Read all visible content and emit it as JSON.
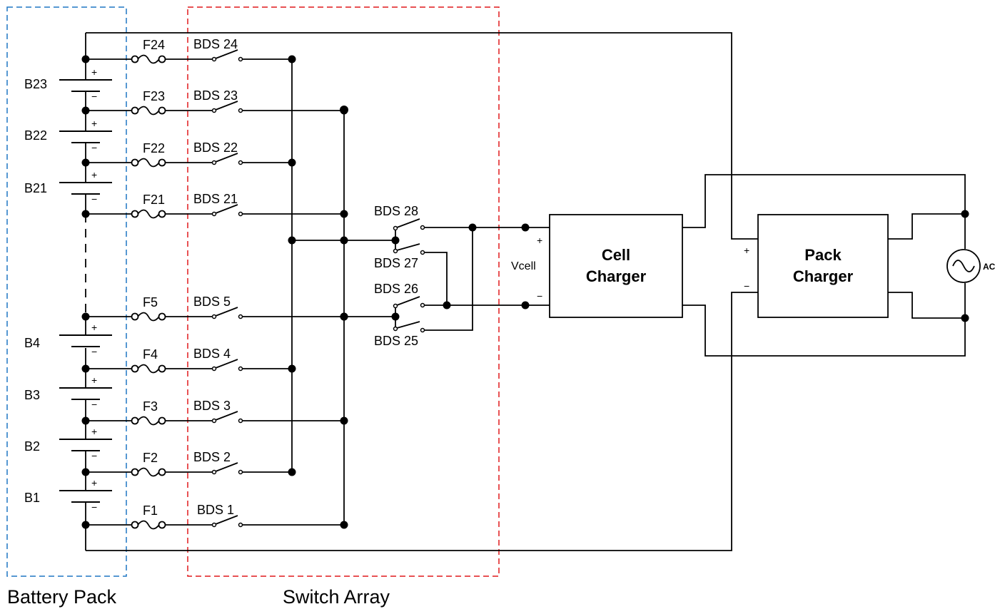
{
  "regions": {
    "battery_pack": "Battery Pack",
    "switch_array": "Switch Array"
  },
  "batteries": [
    {
      "label": "B23",
      "plus": "+",
      "minus": "−"
    },
    {
      "label": "B22",
      "plus": "+",
      "minus": "−"
    },
    {
      "label": "B21",
      "plus": "+",
      "minus": "−"
    },
    {
      "label": "B4",
      "plus": "+",
      "minus": "−"
    },
    {
      "label": "B3",
      "plus": "+",
      "minus": "−"
    },
    {
      "label": "B2",
      "plus": "+",
      "minus": "−"
    },
    {
      "label": "B1",
      "plus": "+",
      "minus": "−"
    }
  ],
  "fuses": [
    "F24",
    "F23",
    "F22",
    "F21",
    "F5",
    "F4",
    "F3",
    "F2",
    "F1"
  ],
  "switches": [
    "BDS 24",
    "BDS 23",
    "BDS 22",
    "BDS 21",
    "BDS 5",
    "BDS 4",
    "BDS 3",
    "BDS 2",
    "BDS 1"
  ],
  "selector_switches": [
    "BDS 28",
    "BDS 27",
    "BDS 26",
    "BDS 25"
  ],
  "vcell": {
    "label": "Vcell",
    "plus": "+",
    "minus": "−"
  },
  "cell_charger": {
    "line1": "Cell",
    "line2": "Charger"
  },
  "pack_charger": {
    "line1": "Pack",
    "line2": "Charger",
    "plus": "+",
    "minus": "−"
  },
  "ac_source": {
    "label": "AC"
  },
  "colors": {
    "battery_box": "#1f77c4",
    "switch_box": "#e0191b",
    "wire": "#000000"
  }
}
